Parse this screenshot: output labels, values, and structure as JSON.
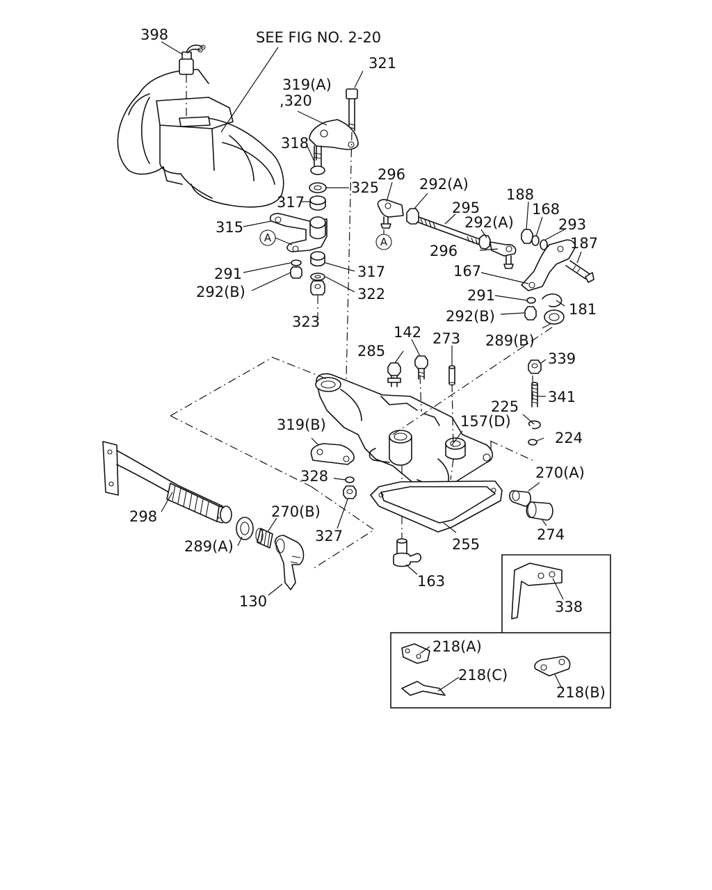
{
  "callouts": {
    "see_fig": "SEE FIG NO. 2-20",
    "p398": "398",
    "p321": "321",
    "p319a": "319(A)",
    "p320": ",320",
    "p318": "318",
    "p325": "325",
    "p317_top": "317",
    "p315": "315",
    "p291_left": "291",
    "p292b_left": "292(B)",
    "p317_bottom": "317",
    "p322": "322",
    "p323": "323",
    "p296_top": "296",
    "p292a_top": "292(A)",
    "p295": "295",
    "p292a_mid": "292(A)",
    "p296_mid": "296",
    "p188": "188",
    "p168": "168",
    "p293": "293",
    "p187": "187",
    "p167": "167",
    "p291_right": "291",
    "p181": "181",
    "p292b_right": "292(B)",
    "p289b": "289(B)",
    "p285": "285",
    "p142": "142",
    "p273": "273",
    "p339": "339",
    "p341": "341",
    "p225": "225",
    "p157d": "157(D)",
    "p224": "224",
    "p319b": "319(B)",
    "p270a": "270(A)",
    "p328": "328",
    "p298": "298",
    "p270b": "270(B)",
    "p327": "327",
    "p274": "274",
    "p289a": "289(A)",
    "p255": "255",
    "p163": "163",
    "p130": "130",
    "p338": "338",
    "p218a": "218(A)",
    "p218c": "218(C)",
    "p218b": "218(B)"
  },
  "markers": {
    "a_left": "A",
    "a_right": "A"
  }
}
